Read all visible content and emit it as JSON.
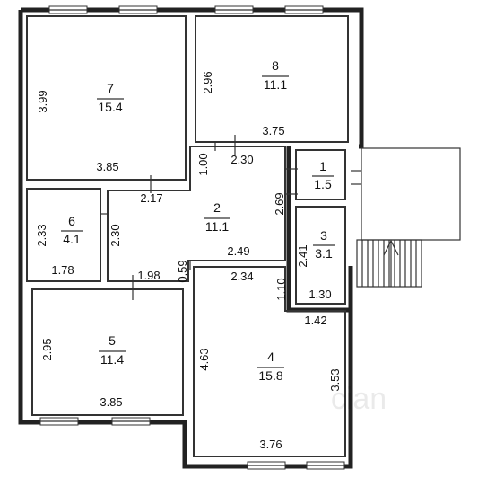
{
  "rooms": [
    {
      "id": "7",
      "area": "15.4"
    },
    {
      "id": "8",
      "area": "11.1"
    },
    {
      "id": "6",
      "area": "4.1"
    },
    {
      "id": "2",
      "area": "11.1"
    },
    {
      "id": "1",
      "area": "1.5"
    },
    {
      "id": "3",
      "area": "3.1"
    },
    {
      "id": "5",
      "area": "11.4"
    },
    {
      "id": "4",
      "area": "15.8"
    }
  ],
  "dimensions": {
    "r7_height": "3.99",
    "r7_width": "3.85",
    "r8_height": "2.96",
    "r8_width": "3.75",
    "r2_top_height": "1.00",
    "r2_top_width": "2.30",
    "r2_left_top": "2.17",
    "r2_right_height": "2.69",
    "r2_left_height": "2.30",
    "r2_bottom_width1": "2.49",
    "r2_bottom_width2": "2.34",
    "r2_bottom_step": "0.59",
    "r2_bottom_left": "1.98",
    "r6_height": "2.33",
    "r6_width": "1.78",
    "r3_height": "2.41",
    "r3_width": "1.30",
    "r3_gap": "1.10",
    "r4_top_right": "1.42",
    "r4_height_left": "4.63",
    "r4_height_right": "3.53",
    "r4_width": "3.76",
    "r5_height": "2.95",
    "r5_width": "3.85"
  },
  "watermark": "cian"
}
